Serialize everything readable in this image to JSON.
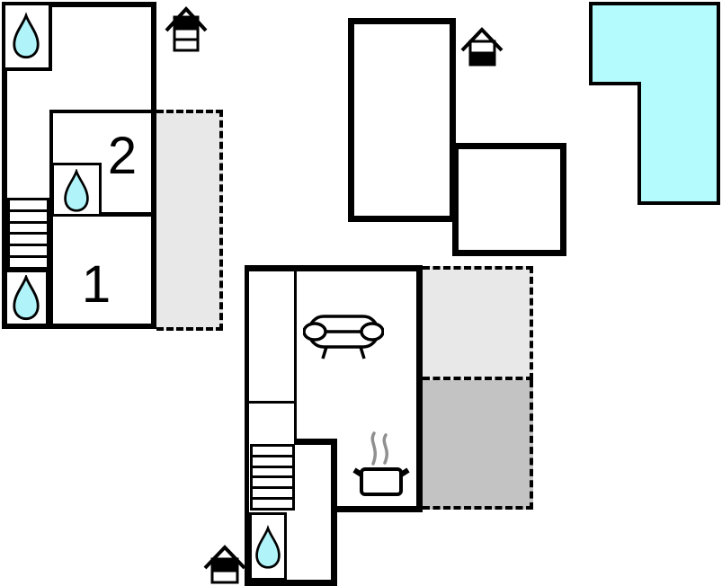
{
  "page": {
    "type": "floor-plan drawing",
    "background": "#ffffff"
  },
  "colors": {
    "wall": "#000000",
    "water_drop_fill": "#b0f4f9",
    "pool_fill": "#b3fbfd",
    "terrace_light_fill": "#e8e8e8",
    "terrace_dark_fill": "#c3c3c3",
    "steam_stroke": "#909090"
  },
  "plan_top_left": {
    "level_icon": "house-3-storey-top-floor-highlighted-icon",
    "rooms": [
      {
        "label": "2",
        "has_water_drop": true
      },
      {
        "label": "1",
        "has_water_drop": false
      }
    ],
    "water_drop_count": 3,
    "has_stairs": true,
    "terrace": {
      "fill": "#e8e8e8",
      "border": "dashed"
    }
  },
  "plan_top_middle": {
    "level_icon": "house-2-storey-ground-floor-highlighted-icon",
    "room_count": 2
  },
  "plan_bottom": {
    "level_icon": "house-2-storey-top-floor-highlighted-icon",
    "furniture": [
      "sofa",
      "cooking-pot-with-steam"
    ],
    "water_drop_count": 1,
    "has_stairs": true,
    "terraces": [
      {
        "fill": "#e8e8e8",
        "border": "dashed"
      },
      {
        "fill": "#c3c3c3",
        "border": "dashed"
      }
    ]
  },
  "pool": {
    "shape": "L-shaped",
    "fill": "#b3fbfd"
  }
}
